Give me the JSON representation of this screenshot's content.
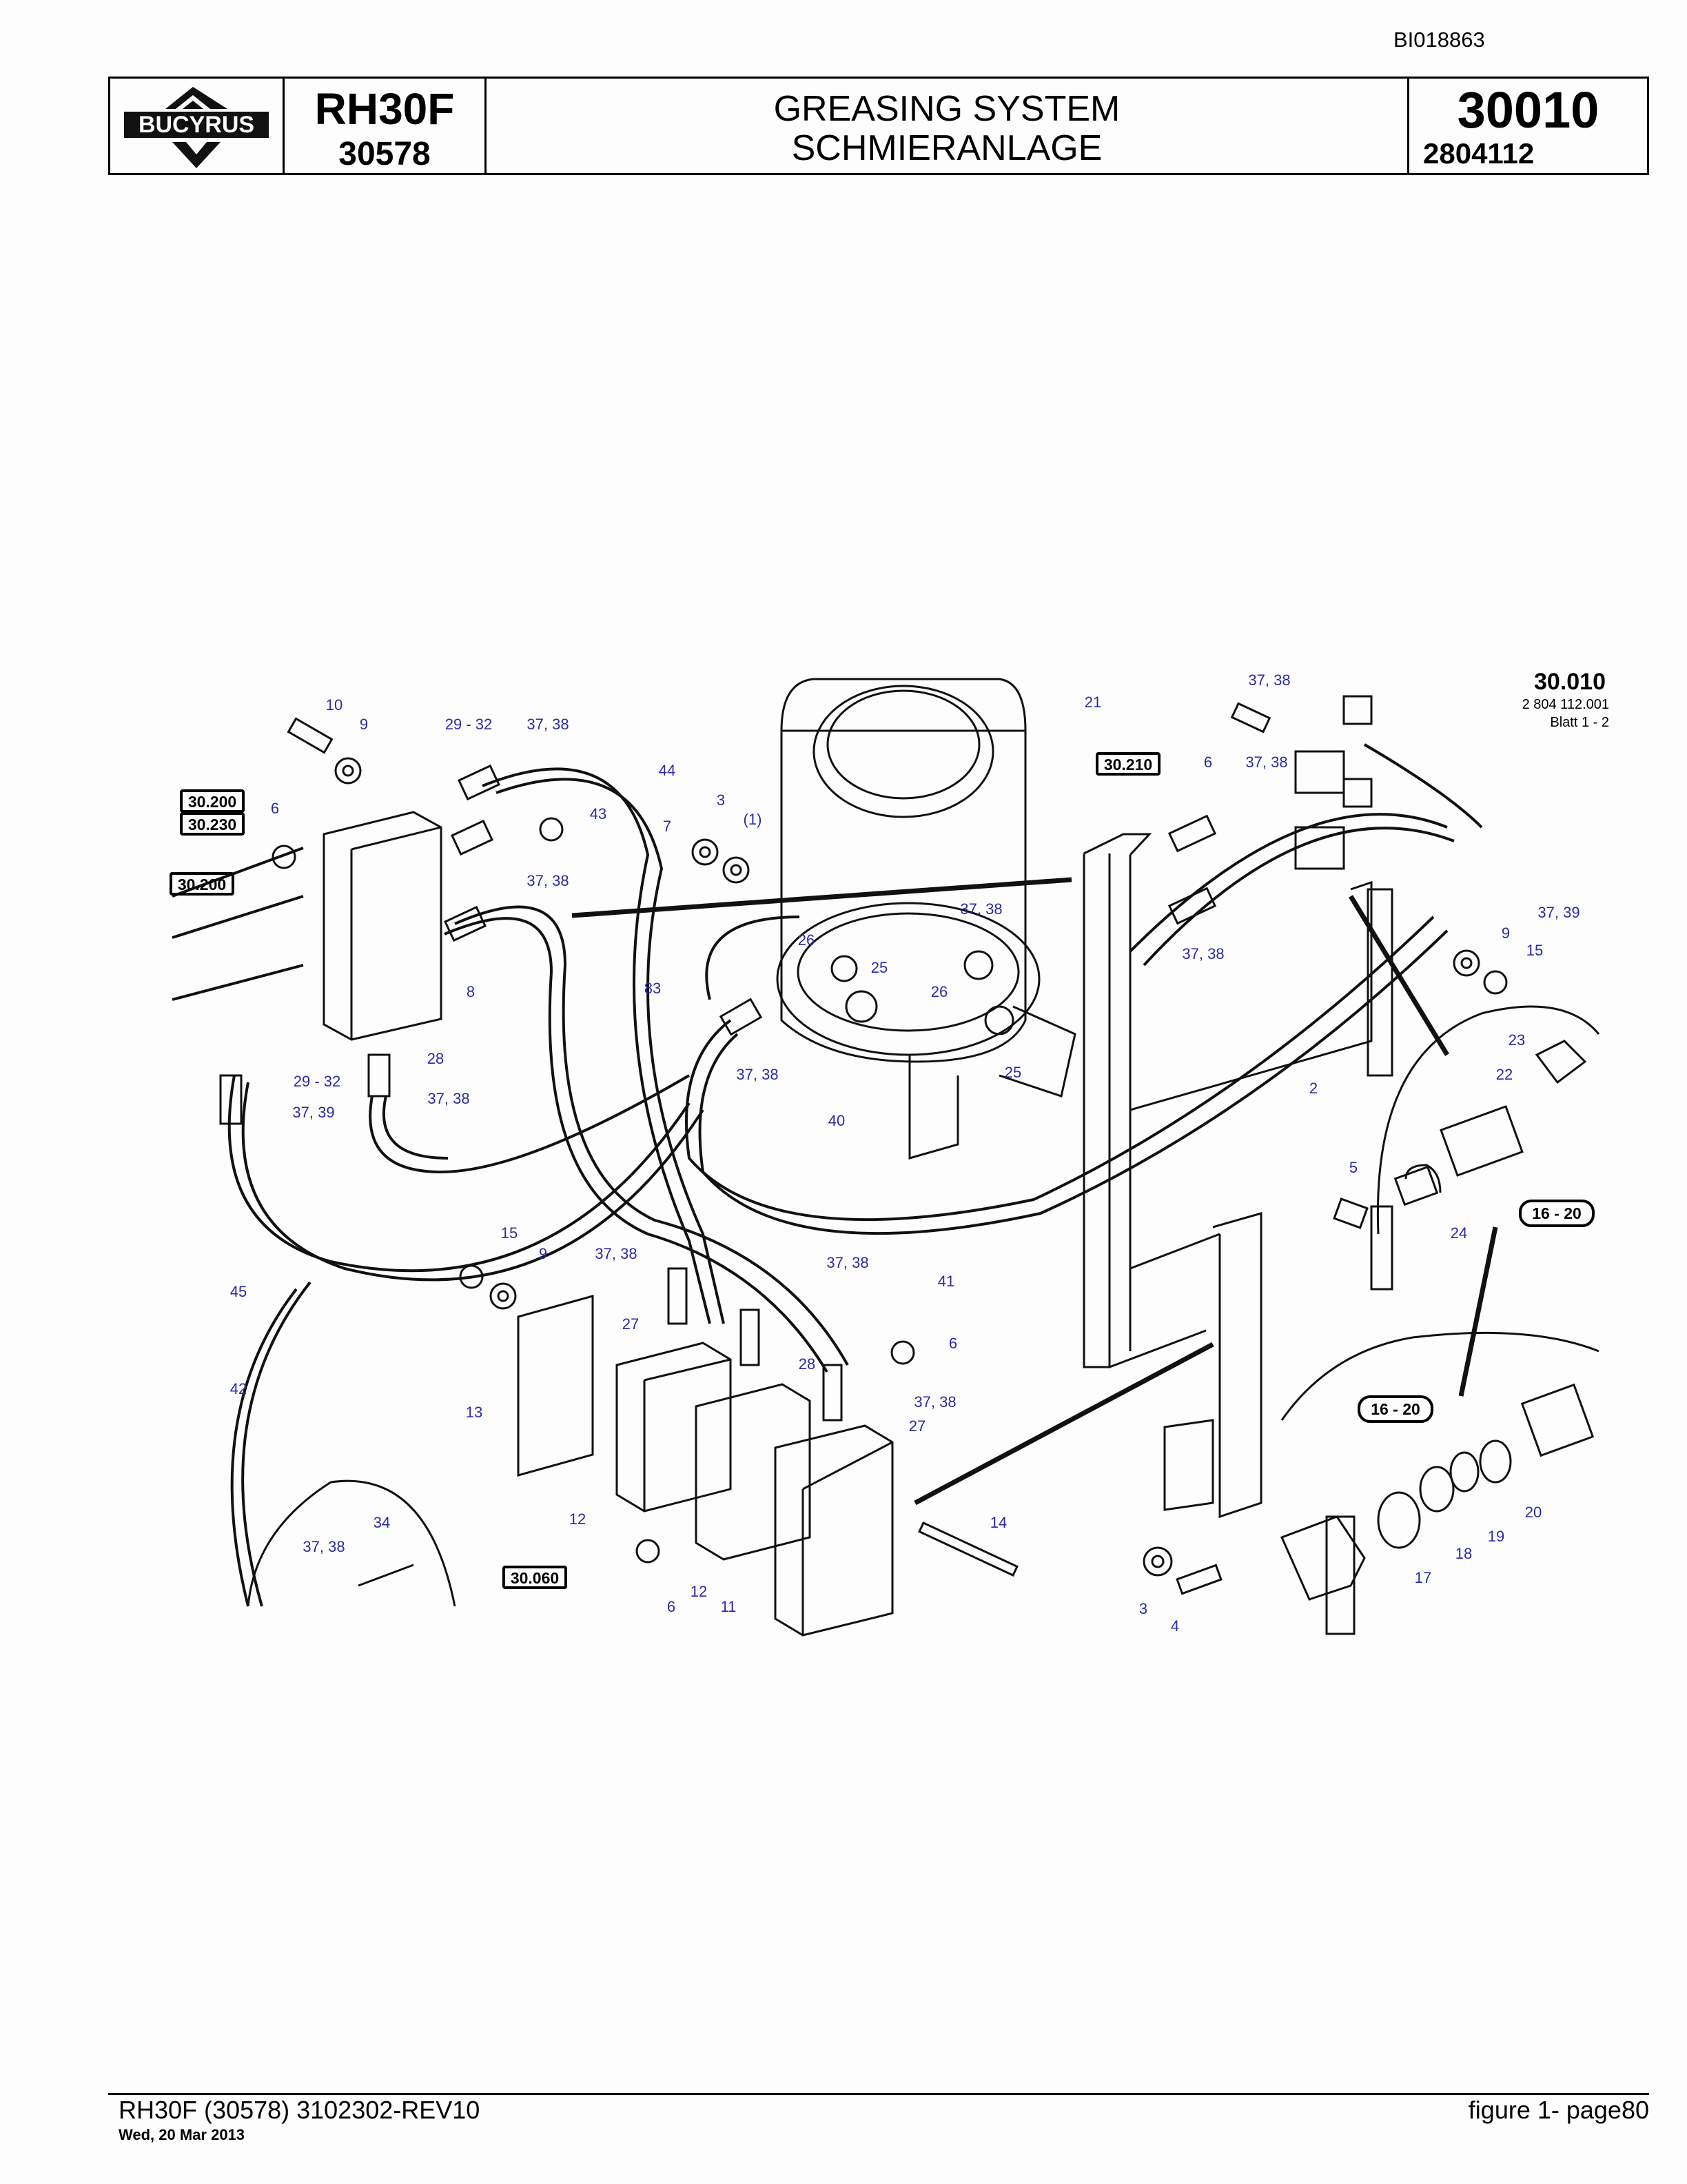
{
  "doc_id": "BI018863",
  "header": {
    "logo_text": "BUCYRUS",
    "model": "RH30F",
    "serial": "30578",
    "title_en": "GREASING SYSTEM",
    "title_de": "SCHMIERANLAGE",
    "group_number": "30010",
    "part_number": "2804112"
  },
  "diagram": {
    "figure_id": "30.010",
    "figure_part": "2 804 112.001",
    "figure_sheet": "Blatt 1 - 2",
    "ref_boxes": [
      "30.200",
      "30.230",
      "30.200",
      "30.210",
      "30.060",
      "16 - 20",
      "16 - 20"
    ],
    "labels": [
      "10",
      "9",
      "29 - 32",
      "37, 38",
      "44",
      "6",
      "43",
      "7",
      "3",
      "(1)",
      "21",
      "37, 38",
      "6",
      "37, 38",
      "37, 38",
      "8",
      "28",
      "29 - 32",
      "37, 39",
      "37, 38",
      "83",
      "26",
      "25",
      "26",
      "37, 38",
      "40",
      "25",
      "37, 38",
      "37, 38",
      "37, 39",
      "9",
      "15",
      "23",
      "22",
      "2",
      "5",
      "24",
      "45",
      "15",
      "9",
      "37, 38",
      "37, 38",
      "41",
      "27",
      "28",
      "6",
      "37, 38",
      "27",
      "42",
      "13",
      "12",
      "34",
      "37, 38",
      "12",
      "6",
      "11",
      "14",
      "3",
      "4",
      "17",
      "18",
      "19",
      "20"
    ]
  },
  "footer": {
    "left": "RH30F (30578) 3102302-REV10",
    "date": "Wed, 20 Mar 2013",
    "right": "figure  1- page80"
  }
}
